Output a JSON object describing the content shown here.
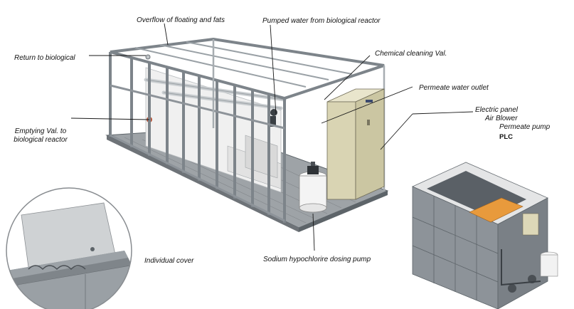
{
  "colors": {
    "frame": "#8a9196",
    "frame_dark": "#5d6469",
    "panel_fill": "#ddd8b8",
    "tank_fill": "#f2f2f2",
    "grating": "#7b7f83",
    "membrane": "#e8e8e8",
    "orange_cover": "#e89a3c",
    "tank_wall": "#8d9399",
    "leader": "#1a1a1a"
  },
  "labels": {
    "overflow": "Overflow of floating and fats",
    "pumped_water": "Pumped water from biological reactor",
    "return_bio": "Return to biological",
    "chem_cleaning": "Chemical cleaning Val.",
    "permeate_outlet": "Permeate water outlet",
    "electric_panel": "Electric panel",
    "air_blower": "Air Blower",
    "permeate_pump": "Permeate pump",
    "plc": "PLC",
    "emptying_line1": "Emptying Val. to",
    "emptying_line2": "biological reactor",
    "individual_cover": "Individual cover",
    "sodium_pump": "Sodium hypochlorire dosing pump"
  },
  "icons": [
    "membrane-module-frame",
    "electric-panel-cabinet",
    "dosing-tank",
    "cover-detail-inset",
    "tank-unit-view"
  ]
}
